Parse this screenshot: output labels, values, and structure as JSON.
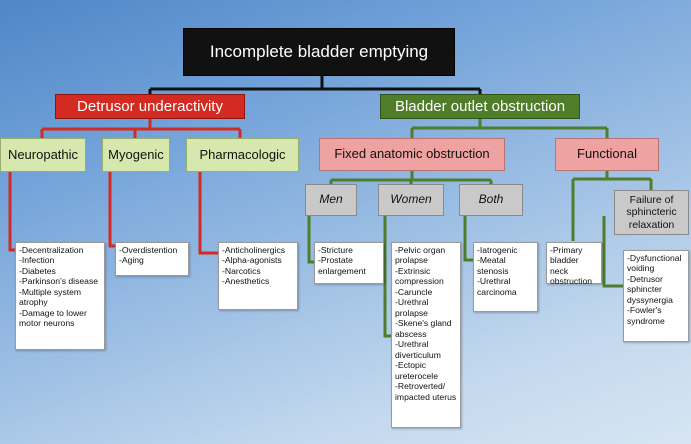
{
  "root": {
    "title": "Incomplete bladder emptying"
  },
  "underactivity": {
    "title": "Detrusor underactivity",
    "categories": [
      {
        "title": "Neuropathic",
        "items": [
          "-Decentralization",
          "-Infection",
          "-Diabetes",
          "-Parkinson's disease",
          "-Multiple system",
          "atrophy",
          "-Damage to lower",
          "motor neurons"
        ]
      },
      {
        "title": "Myogenic",
        "items": [
          "-Overdistention",
          "-Aging"
        ]
      },
      {
        "title": "Pharmacologic",
        "items": [
          "-Anticholinergics",
          "-Alpha-agonists",
          "-Narcotics",
          "-Anesthetics"
        ]
      }
    ]
  },
  "obstruction": {
    "title": "Bladder outlet obstruction",
    "fixed": {
      "title": "Fixed anatomic obstruction",
      "groups": [
        {
          "title": "Men",
          "items": [
            "-Stricture",
            "-Prostate",
            "enlargement"
          ]
        },
        {
          "title": "Women",
          "items": [
            "-Pelvic organ",
            "prolapse",
            "-Extrinsic",
            "compression",
            "-Caruncle",
            "-Urethral",
            "prolapse",
            "-Skene's gland",
            "abscess",
            "-Urethral",
            "diverticulum",
            "-Ectopic",
            "ureterocele",
            "-Retroverted/",
            "impacted uterus"
          ]
        },
        {
          "title": "Both",
          "items": [
            "-Iatrogenic",
            "-Meatal",
            "stenosis",
            "-Urethral",
            "carcinoma"
          ]
        }
      ]
    },
    "functional": {
      "title": "Functional",
      "primary_items": [
        "-Primary",
        "bladder neck",
        "obstruction"
      ],
      "failure": {
        "title_lines": [
          "Failure of",
          "sphincteric",
          "relaxation"
        ],
        "items": [
          "-Dysfunctional",
          "voiding",
          "-Detrusor",
          "sphincter",
          "dyssynergia",
          "-Fowler's",
          "syndrome"
        ]
      }
    }
  },
  "colors": {
    "red": "#d32a22",
    "green": "#4f7d2a",
    "black": "#111111"
  }
}
